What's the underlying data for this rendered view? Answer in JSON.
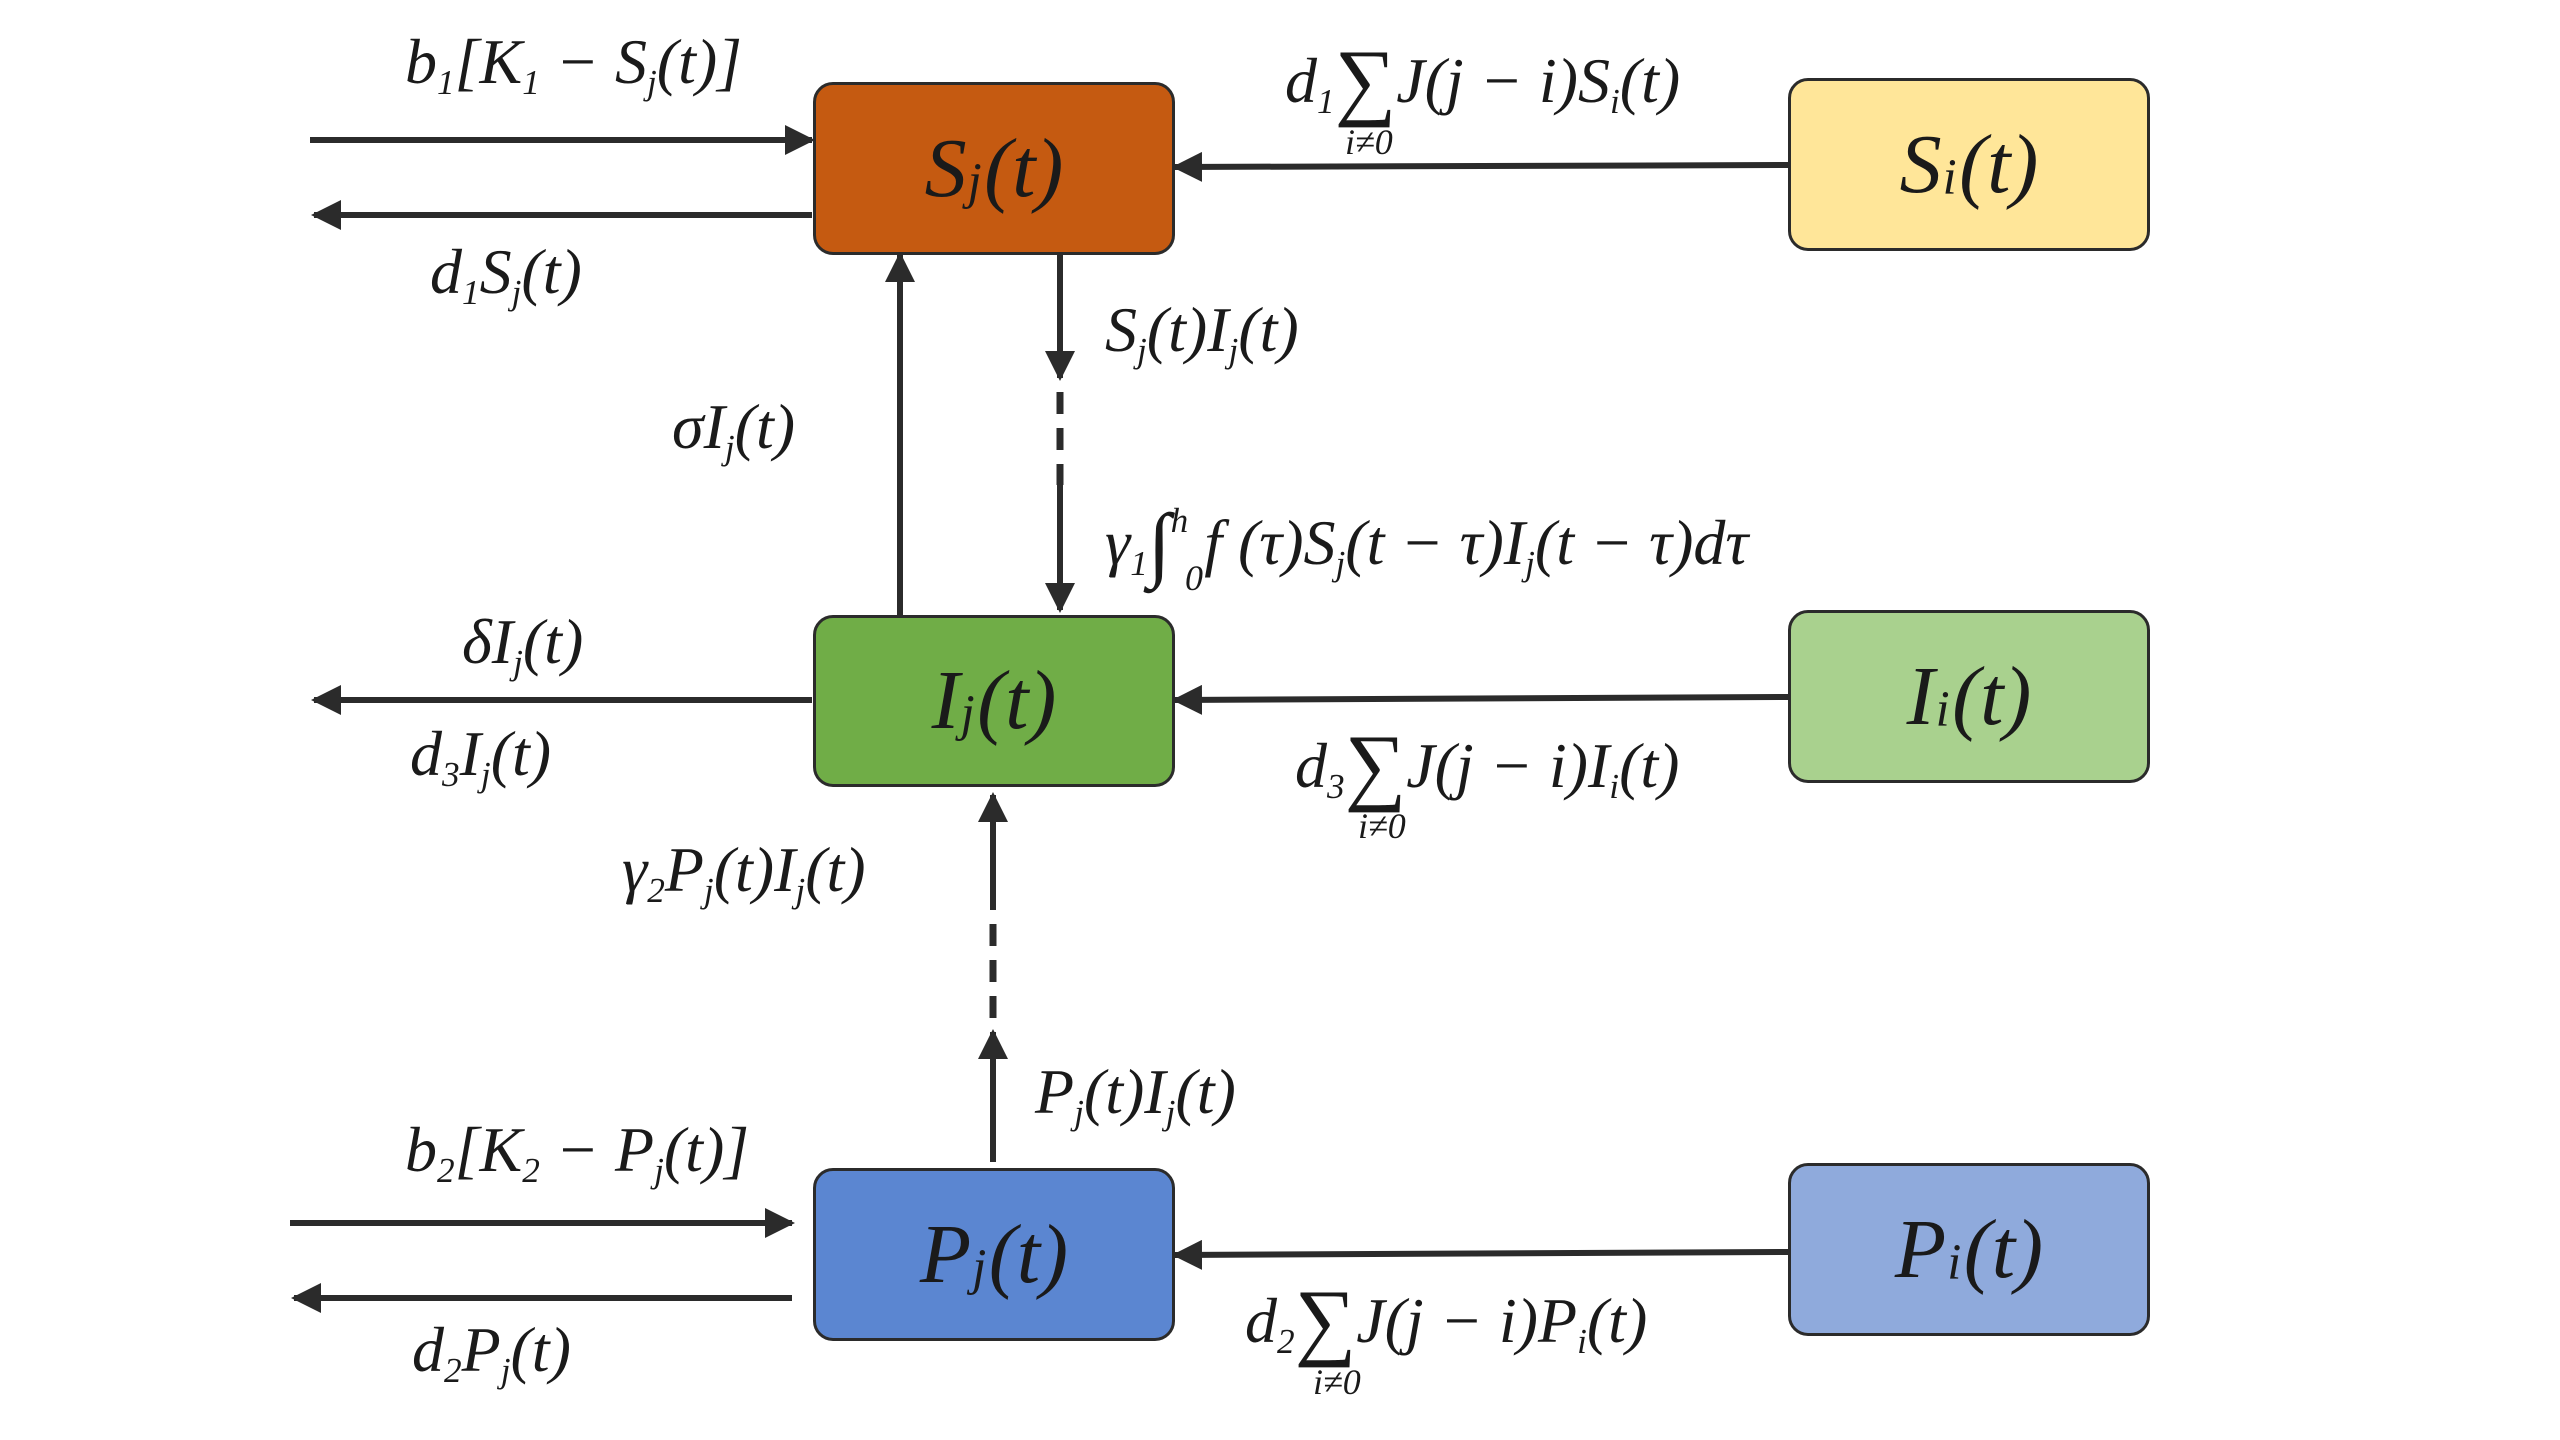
{
  "boxes": {
    "s_j": {
      "name": "S",
      "sub": "j",
      "arg": "(t)",
      "color": "#c55a11"
    },
    "s_i": {
      "name": "S",
      "sub": "i",
      "arg": "(t)",
      "color": "#ffe699"
    },
    "i_j": {
      "name": "I",
      "sub": "j",
      "arg": "(t)",
      "color": "#70ad47"
    },
    "i_i": {
      "name": "I",
      "sub": "i",
      "arg": "(t)",
      "color": "#a9d18e"
    },
    "p_j": {
      "name": "P",
      "sub": "j",
      "arg": "(t)",
      "color": "#5b86d1"
    },
    "p_i": {
      "name": "P",
      "sub": "i",
      "arg": "(t)",
      "color": "#8faadc"
    }
  },
  "labels": {
    "s_birth": {
      "b": "b",
      "b_sub": "1",
      "rest1": "[K",
      "k_sub": "1",
      "rest2": " − S",
      "s_sub": "j",
      "rest3": "(t)]"
    },
    "s_death": {
      "d": "d",
      "d_sub": "1",
      "s": "S",
      "s_sub": "j",
      "rest": "(t)"
    },
    "s_diffusion": {
      "d": "d",
      "d_sub": "1",
      "sigma": "∑",
      "limit": "i≠0",
      "rest1": "J(j − i)S",
      "s_sub": "i",
      "rest2": "(t)"
    },
    "s_infection": {
      "s": "S",
      "s_sub": "j",
      "mid": "(t)I",
      "i_sub": "j",
      "rest": "(t)"
    },
    "recovery": {
      "sigma": "σI",
      "i_sub": "j",
      "rest": "(t)"
    },
    "delayed_infection": {
      "gamma": "γ",
      "gamma_sub": "1",
      "integral": "∫",
      "upper": "h",
      "lower": "0",
      "rest1": " f (τ)S",
      "s_sub": "j",
      "rest2": "(t − τ)I",
      "i_sub": "j",
      "rest3": "(t − τ)dτ"
    },
    "i_death": {
      "delta": "δI",
      "i_sub": "j",
      "rest": "(t)"
    },
    "i_out": {
      "d": "d",
      "d_sub": "3",
      "i": "I",
      "i_sub": "j",
      "rest": "(t)"
    },
    "i_diffusion": {
      "d": "d",
      "d_sub": "3",
      "sigma": "∑",
      "limit": "i≠0",
      "rest1": "J(j − i)I",
      "i_sub": "i",
      "rest2": "(t)"
    },
    "predation_gain": {
      "gamma": "γ",
      "gamma_sub": "2",
      "p": "P",
      "p_sub": "j",
      "mid": "(t)I",
      "i_sub": "j",
      "rest": "(t)"
    },
    "predation": {
      "p": "P",
      "p_sub": "j",
      "mid": "(t)I",
      "i_sub": "j",
      "rest": "(t)"
    },
    "p_birth": {
      "b": "b",
      "b_sub": "2",
      "rest1": "[K",
      "k_sub": "2",
      "rest2": " − P",
      "p_sub": "j",
      "rest3": "(t)]"
    },
    "p_death": {
      "d": "d",
      "d_sub": "2",
      "p": "P",
      "p_sub": "j",
      "rest": "(t)"
    },
    "p_diffusion": {
      "d": "d",
      "d_sub": "2",
      "sigma": "∑",
      "limit": "i≠0",
      "rest1": "J(j − i)P",
      "p_sub": "i",
      "rest2": "(t)"
    }
  },
  "style": {
    "arrow_color": "#2b2b2b",
    "border_color": "#2b2b2b"
  }
}
